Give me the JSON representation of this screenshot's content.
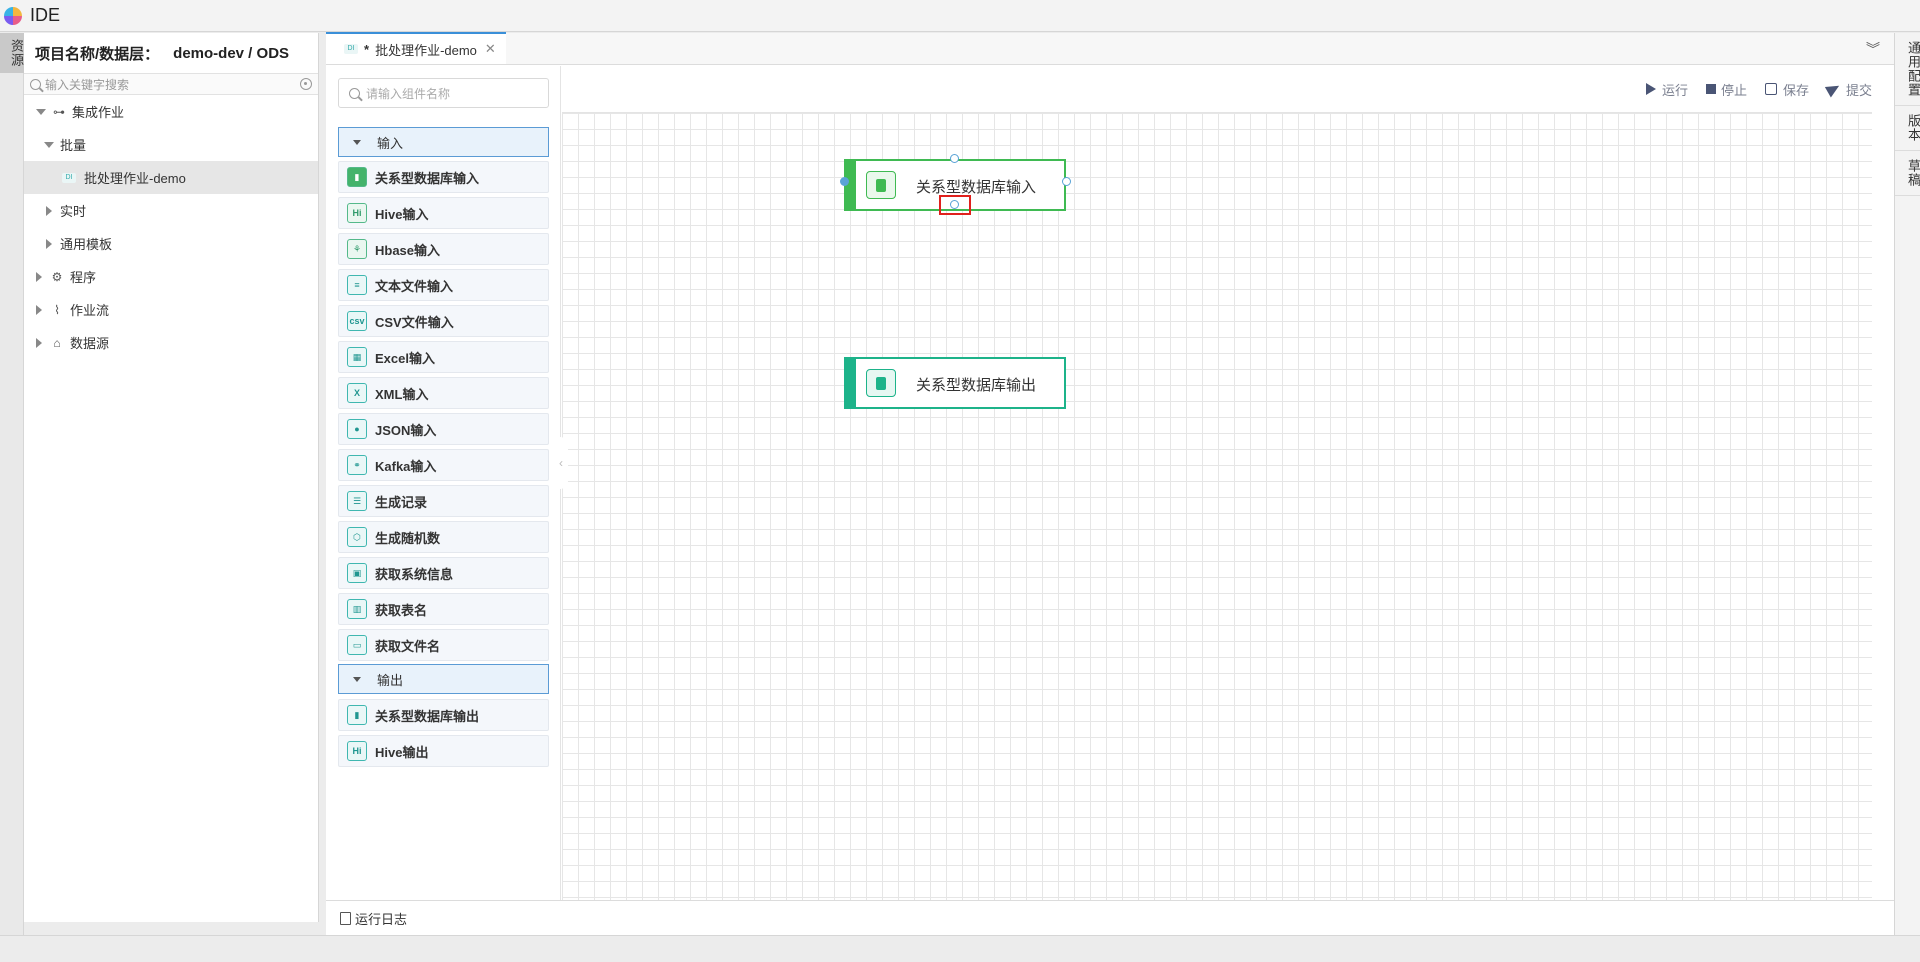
{
  "app": {
    "title": "IDE"
  },
  "left_strip": {
    "tab_label": "资源"
  },
  "resource": {
    "project_label": "项目名称/数据层：",
    "project_value": "demo-dev / ODS",
    "search_placeholder": "输入关键字搜索",
    "tree": [
      {
        "label": "集成作业",
        "expanded": true,
        "icon": "integration-icon"
      },
      {
        "label": "批量",
        "expanded": true
      },
      {
        "label": "批处理作业-demo",
        "badge": "DI",
        "selected": true
      },
      {
        "label": "实时",
        "expanded": false
      },
      {
        "label": "通用模板",
        "expanded": false
      },
      {
        "label": "程序",
        "expanded": false,
        "icon": "gear-icon"
      },
      {
        "label": "作业流",
        "expanded": false,
        "icon": "flow-icon"
      },
      {
        "label": "数据源",
        "expanded": false,
        "icon": "datasource-icon"
      }
    ]
  },
  "editor": {
    "tab": {
      "badge": "DI",
      "modified_mark": "*",
      "label": "批处理作业-demo"
    },
    "toolbar": {
      "run": "运行",
      "stop": "停止",
      "save": "保存",
      "submit": "提交"
    },
    "log_label": "运行日志"
  },
  "palette": {
    "search_placeholder": "请输入组件名称",
    "groups": [
      {
        "label": "输入",
        "items": [
          {
            "label": "关系型数据库输入",
            "icon": "database-icon"
          },
          {
            "label": "Hive输入",
            "icon": "hive-icon",
            "glyph": "Hi"
          },
          {
            "label": "Hbase输入",
            "icon": "hbase-icon",
            "glyph": "⚘"
          },
          {
            "label": "文本文件输入",
            "icon": "text-file-icon",
            "glyph": "≡"
          },
          {
            "label": "CSV文件输入",
            "icon": "csv-file-icon",
            "glyph": "csv"
          },
          {
            "label": "Excel输入",
            "icon": "excel-icon",
            "glyph": "▦"
          },
          {
            "label": "XML输入",
            "icon": "xml-icon",
            "glyph": "X"
          },
          {
            "label": "JSON输入",
            "icon": "json-icon",
            "glyph": "●"
          },
          {
            "label": "Kafka输入",
            "icon": "kafka-icon",
            "glyph": "⚭"
          },
          {
            "label": "生成记录",
            "icon": "record-icon",
            "glyph": "☰"
          },
          {
            "label": "生成随机数",
            "icon": "random-icon",
            "glyph": "⬡"
          },
          {
            "label": "获取系统信息",
            "icon": "system-info-icon",
            "glyph": "▣"
          },
          {
            "label": "获取表名",
            "icon": "table-name-icon",
            "glyph": "▥"
          },
          {
            "label": "获取文件名",
            "icon": "file-name-icon",
            "glyph": "▭"
          }
        ]
      },
      {
        "label": "输出",
        "items": [
          {
            "label": "关系型数据库输出",
            "icon": "database-output-icon"
          },
          {
            "label": "Hive输出",
            "icon": "hive-output-icon",
            "glyph": "Hi"
          }
        ]
      }
    ]
  },
  "canvas": {
    "nodes": [
      {
        "label": "关系型数据库输入",
        "kind": "input"
      },
      {
        "label": "关系型数据库输出",
        "kind": "output"
      }
    ]
  },
  "right_strip": {
    "tabs": [
      "通用配置",
      "版本",
      "草稿"
    ]
  },
  "colors": {
    "accent": "#3a8fd8",
    "input_node": "#3fba52",
    "output_node": "#1db38a",
    "highlight": "#e0201c"
  }
}
